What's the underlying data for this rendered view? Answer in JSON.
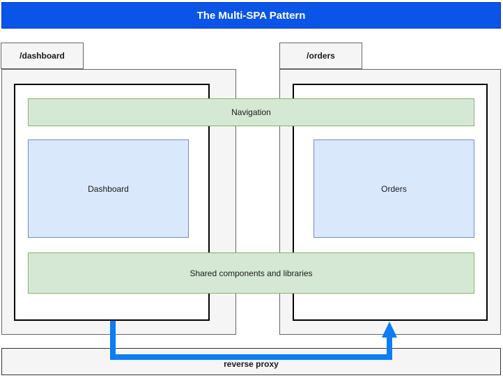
{
  "title": "The Multi-SPA Pattern",
  "routes": {
    "dashboard": "/dashboard",
    "orders": "/orders"
  },
  "shared": {
    "navigation_label": "Navigation",
    "shared_lib_label": "Shared components and libraries"
  },
  "apps": {
    "dashboard_label": "Dashboard",
    "orders_label": "Orders"
  },
  "proxy": {
    "label": "reverse proxy"
  },
  "colors": {
    "header_fill": "#0a55e8",
    "header_border": "#0633cc",
    "arrow_blue": "#0c7df2",
    "container_fill": "#f5f5f5",
    "container_border": "#666666",
    "green_fill": "#d5e8d4",
    "green_border": "#82b366",
    "blue_fill": "#dae8fc",
    "blue_border": "#6c8ebf"
  }
}
